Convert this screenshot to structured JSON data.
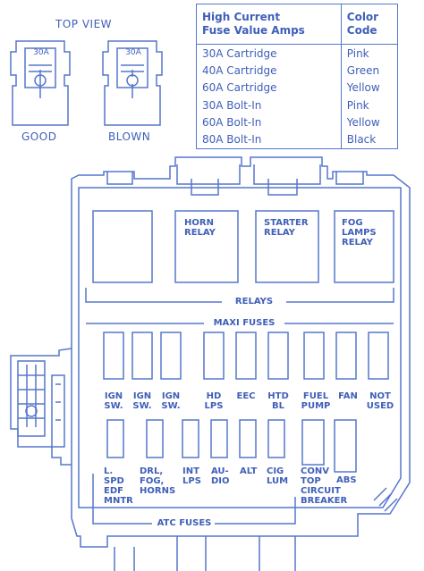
{
  "top_view": {
    "title": "TOP VIEW",
    "fuse_rating": "30A",
    "good_label": "GOOD",
    "blown_label": "BLOWN"
  },
  "legend": {
    "header_fuse": "High Current\nFuse Value Amps",
    "header_color": "Color\nCode",
    "rows": [
      {
        "fuse": "30A Cartridge",
        "color": "Pink"
      },
      {
        "fuse": "40A Cartridge",
        "color": "Green"
      },
      {
        "fuse": "60A Cartridge",
        "color": "Yellow"
      },
      {
        "fuse": "30A Bolt-In",
        "color": "Pink"
      },
      {
        "fuse": "60A Bolt-In",
        "color": "Yellow"
      },
      {
        "fuse": "80A Bolt-In",
        "color": "Black"
      }
    ]
  },
  "relays": {
    "group_label": "RELAYS",
    "items": [
      "HORN\nRELAY",
      "STARTER\nRELAY",
      "FOG\nLAMPS\nRELAY"
    ]
  },
  "maxi_fuses": {
    "group_label": "MAXI FUSES",
    "items": [
      "IGN\nSW.",
      "IGN\nSW.",
      "IGN\nSW.",
      "HD\nLPS",
      "EEC",
      "HTD\nBL",
      "FUEL\nPUMP",
      "FAN",
      "NOT\nUSED"
    ]
  },
  "atc_fuses": {
    "group_label": "ATC FUSES",
    "items": [
      "L.\nSPD\nEDF\nMNTR",
      "DRL,\nFOG,\nHORNS",
      "INT\nLPS",
      "AU-\nDIO",
      "ALT",
      "CIG\nLUM",
      "CONV\nTOP\nCIRCUIT\nBREAKER",
      "ABS"
    ]
  },
  "colors": {
    "line": "#5577cc",
    "text": "#3f5fb8"
  }
}
